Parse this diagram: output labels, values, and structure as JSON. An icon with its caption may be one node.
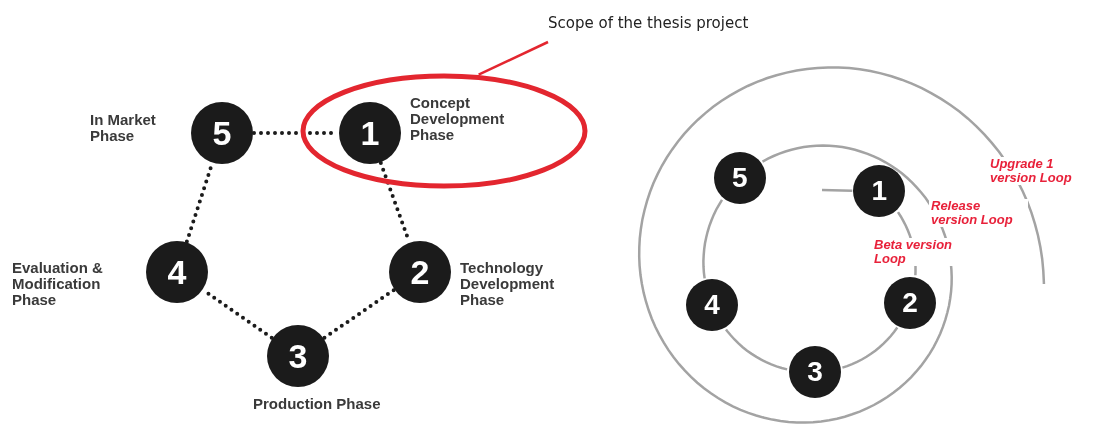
{
  "diagram": {
    "nodes": [
      {
        "text": [
          "Scope of the thesis project"
        ]
      },
      {
        "text": [],
        "shape": "ellipse"
      },
      {
        "text": [
          "1"
        ],
        "in": 1,
        "beside": [
          "Concept Development Phase"
        ]
      },
      {
        "text": [
          "2"
        ],
        "beside": [
          "Technology Development Phase"
        ]
      },
      {
        "text": [
          "3"
        ],
        "beside": [
          "Production Phase"
        ]
      },
      {
        "text": [
          "4"
        ],
        "beside": [
          "Evaluation & Modification Phase"
        ]
      },
      {
        "text": [
          "5"
        ],
        "beside": [
          "In Market Phase"
        ]
      },
      {
        "text": [
          "1"
        ]
      },
      {
        "text": [
          "2"
        ]
      },
      {
        "text": [
          "3"
        ]
      },
      {
        "text": [
          "4"
        ]
      },
      {
        "text": [
          "5"
        ]
      }
    ],
    "edges": [
      {
        "from": 0,
        "to": 1,
        "arrow": "none",
        "color": "#e3262f"
      },
      {
        "from": 6,
        "to": 2,
        "arrow": "none",
        "style": "dashed",
        "color": "#1b1b1b"
      },
      {
        "from": 2,
        "to": 3,
        "arrow": "none",
        "style": "dashed",
        "color": "#1b1b1b"
      },
      {
        "from": 3,
        "to": 4,
        "arrow": "none",
        "style": "dashed",
        "color": "#1b1b1b"
      },
      {
        "from": 4,
        "to": 5,
        "arrow": "none",
        "style": "dashed",
        "color": "#1b1b1b"
      },
      {
        "from": 5,
        "to": 6,
        "arrow": "none",
        "style": "dashed",
        "color": "#1b1b1b"
      },
      {
        "from": null,
        "to": 7,
        "arrow": "none",
        "color": "#a3a3a3"
      },
      {
        "from": 7,
        "to": 8,
        "arrow": "none",
        "color": "#a3a3a3"
      },
      {
        "from": 8,
        "to": 9,
        "arrow": "none",
        "color": "#a3a3a3"
      },
      {
        "from": 9,
        "to": 10,
        "arrow": "none",
        "color": "#a3a3a3"
      },
      {
        "from": 10,
        "to": 11,
        "arrow": "none",
        "color": "#a3a3a3"
      },
      {
        "from": 11,
        "to": null,
        "arrow": "none",
        "color": "#a3a3a3"
      }
    ],
    "labels": [
      "Upgrade 1 version Loop",
      "Release version Loop",
      "Beta version Loop"
    ]
  }
}
